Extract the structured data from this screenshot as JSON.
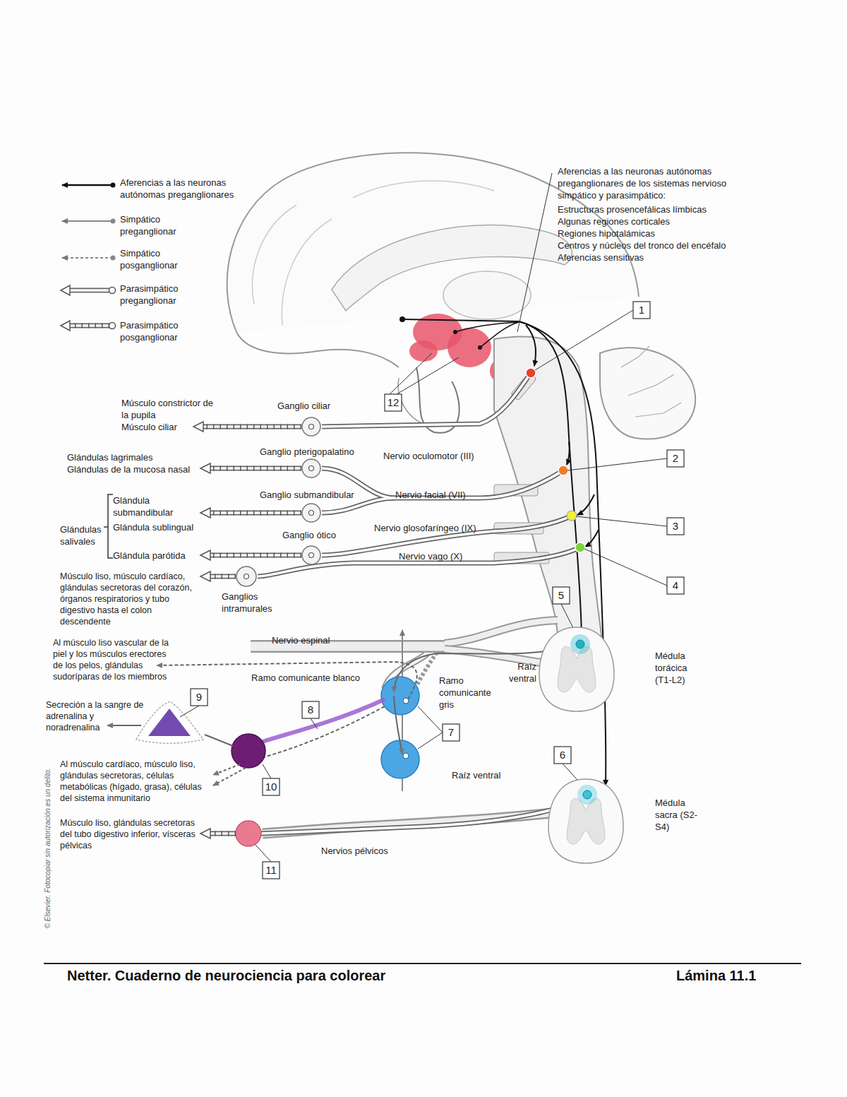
{
  "diagram": {
    "nodes": [
      {
        "text": [
          "Ganglio ciliar"
        ]
      },
      {
        "text": [
          "Ganglio pterigopalatino"
        ]
      },
      {
        "text": [
          "Ganglio submandibular"
        ]
      },
      {
        "text": [
          "Ganglio ótico"
        ]
      },
      {
        "text": [
          "Ganglios intramurales"
        ]
      },
      {
        "text": [
          "Médula torácica (T1-L2)"
        ]
      },
      {
        "text": [
          "Médula sacra (S2-S4)"
        ]
      }
    ],
    "labels": [
      "Aferencias a las neuronas autónomas preganglionares de los sistemas nervioso simpático y parasimpático:",
      "Estructuras prosencefálicas límbicas",
      "Algunas regiones corticales",
      "Regiones hipotalámicas",
      "Centros y núcleos del tronco del encéfalo",
      "Aferencias sensitivas",
      "1",
      "12",
      "Músculo constrictor de la pupila",
      "Músculo ciliar",
      "Nervio oculomotor (III)",
      "Glándulas lagrimales",
      "Glándulas de la mucosa nasal",
      "2",
      "Nervio facial (VII)",
      "Glándula submandibular",
      "Glándula sublingual",
      "Glándulas salivales",
      "Nervio glosofaríngeo (IX)",
      "3",
      "Glándula parótida",
      "Nervio vago (X)",
      "Músculo liso, músculo cardíaco, glándulas secretoras del corazón, órganos respiratorios y tubo digestivo hasta el colon descendente",
      "4",
      "5",
      "Al músculo liso vascular de la piel y los músculos erectores de los pelos, glándulas sudoríparas de los miembros",
      "Nervio espinal",
      "Raíz ventral",
      "Ramo comunicante blanco",
      "Ramo comunicante gris",
      "9",
      "Secreción a la sangre de adrenalina y noradrenalina",
      "8",
      "7",
      "6",
      "Al músculo cardíaco, músculo liso, glándulas secretoras, células metabólicas (hígado, grasa), células del sistema inmunitario",
      "10",
      "Raíz ventral",
      "Músculo liso, glándulas secretoras del tubo digestivo inferior, vísceras pélvicas",
      "Nervios pélvicos",
      "11",
      "© Elsevier. Fotocopiar sin autorización es un delito.",
      "Netter. Cuaderno de neurociencia para colorear",
      "Lámina 11.1"
    ],
    "legend": [
      {
        "text": "Aferencias a las neuronas autónomas preganglionares"
      },
      {
        "text": "Simpático preganglionar"
      },
      {
        "text": "Simpático posganglionar"
      },
      {
        "text": "Parasimpático preganglionar"
      },
      {
        "text": "Parasimpático posganglionar"
      }
    ]
  }
}
